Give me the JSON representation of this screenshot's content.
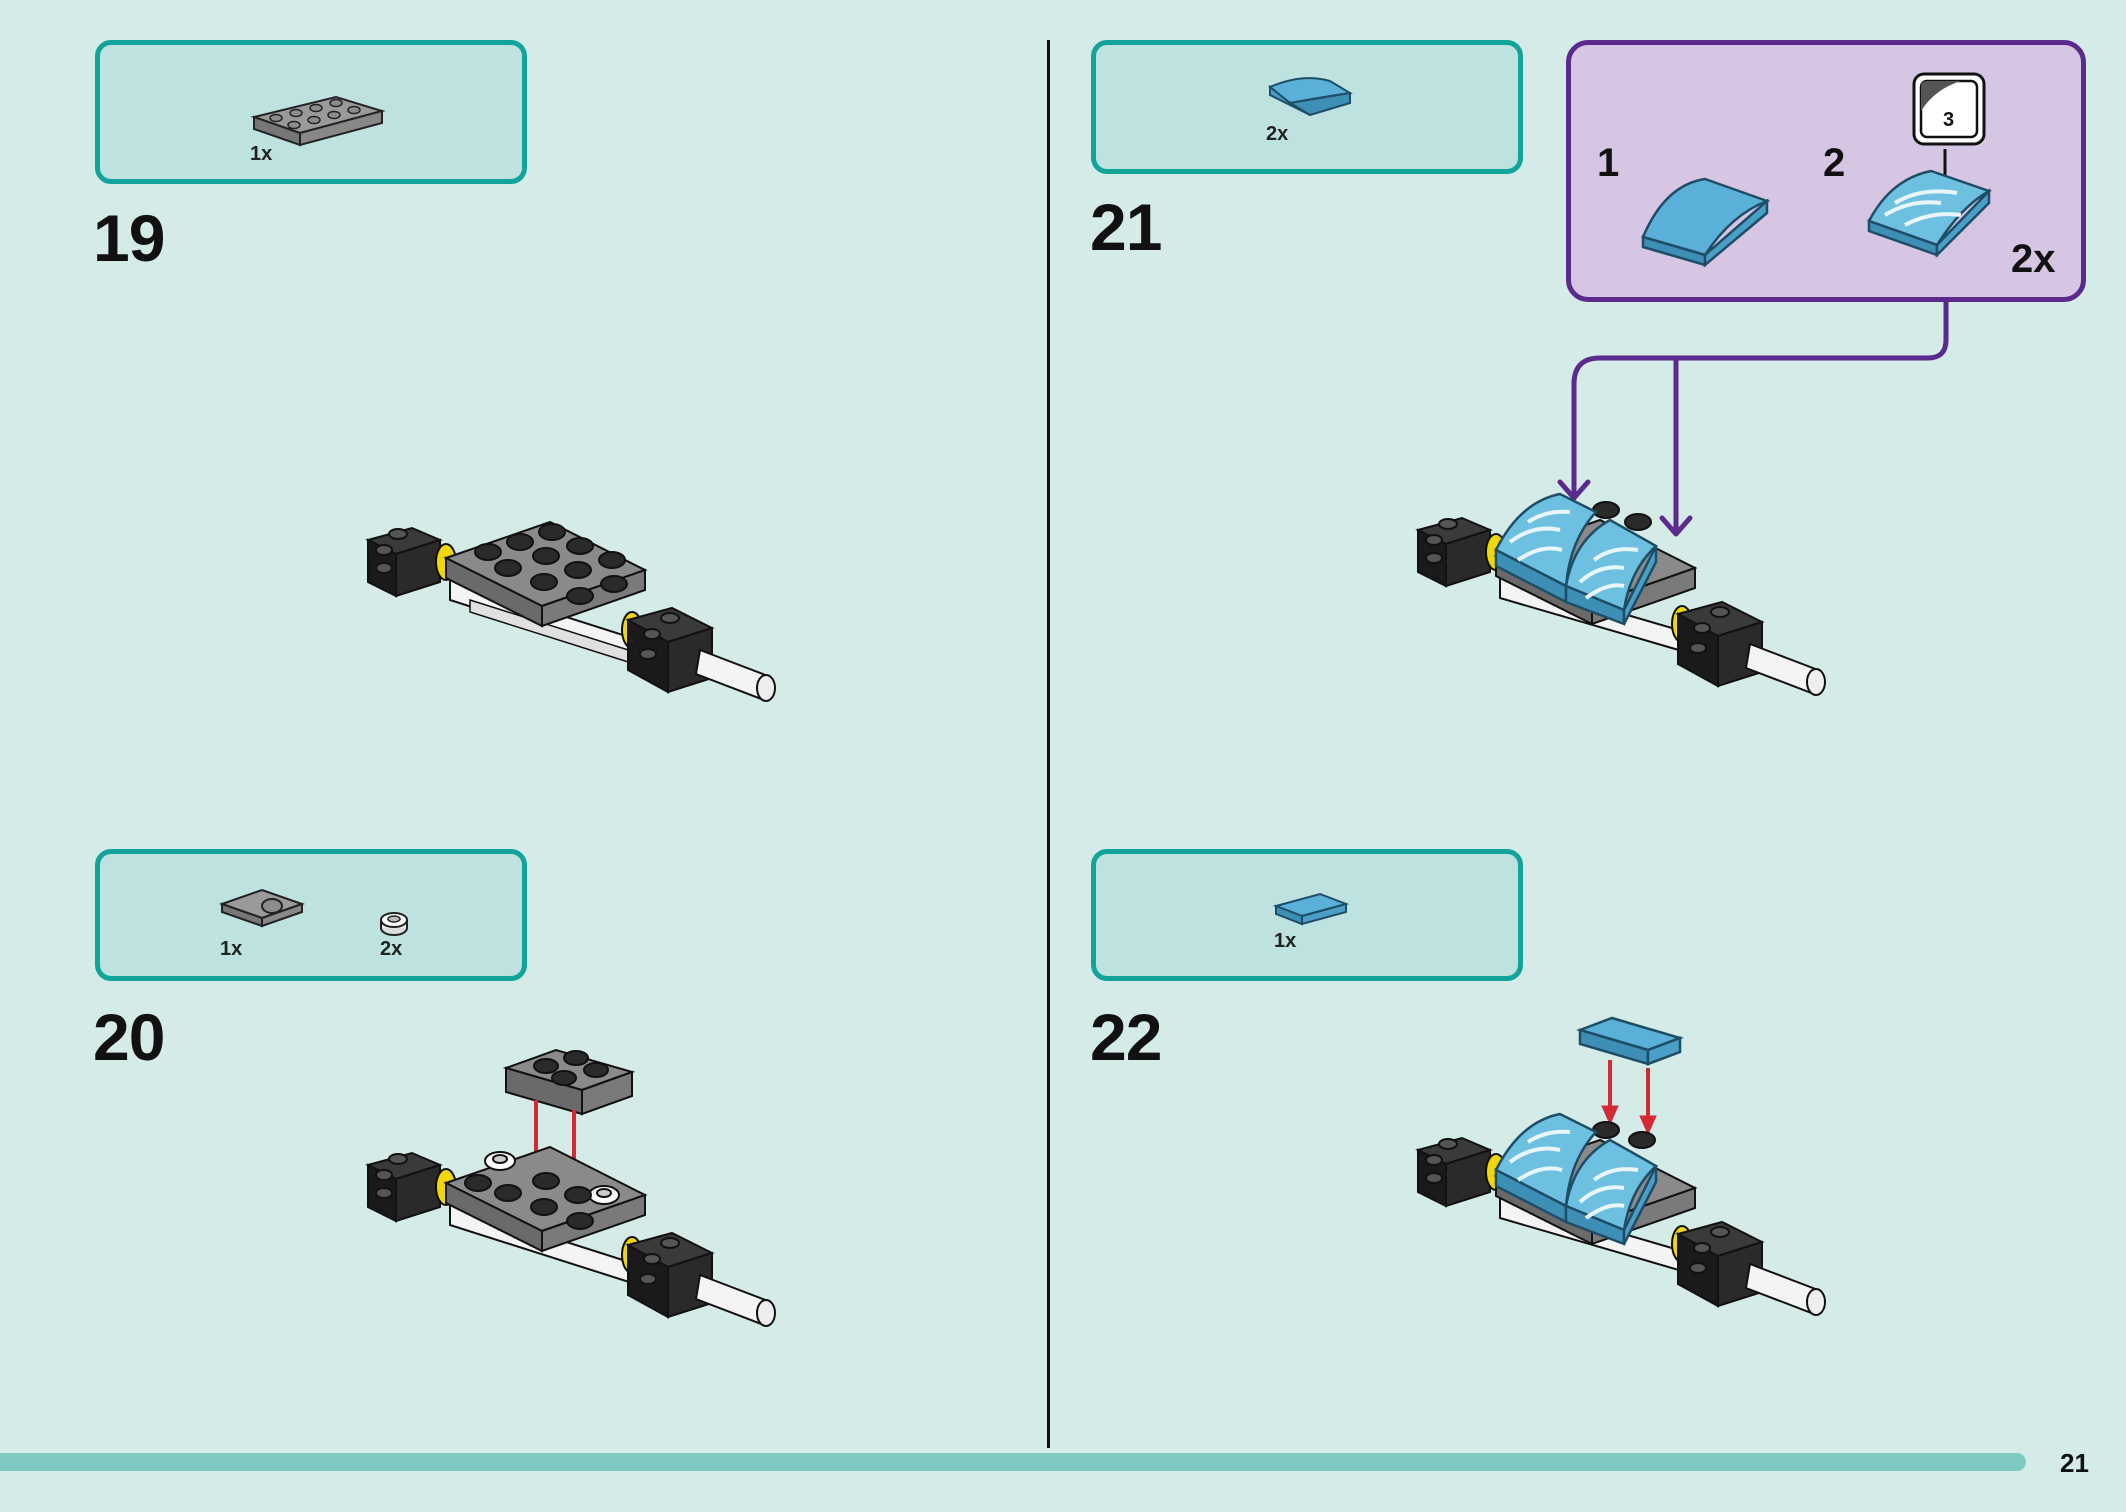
{
  "page": {
    "number": "21"
  },
  "steps": [
    {
      "number": "19",
      "parts": [
        {
          "icon": "gray-plate-2x4-icon",
          "qty": "1x"
        }
      ]
    },
    {
      "number": "20",
      "parts": [
        {
          "icon": "gray-jumper-plate-icon",
          "qty": "1x"
        },
        {
          "icon": "white-round-stud-icon",
          "qty": "2x"
        }
      ]
    },
    {
      "number": "21",
      "parts": [
        {
          "icon": "blue-curved-slope-icon",
          "qty": "2x"
        }
      ],
      "substeps": [
        {
          "number": "1"
        },
        {
          "number": "2",
          "sticker": "3"
        }
      ],
      "substeps_qty": "2x"
    },
    {
      "number": "22",
      "parts": [
        {
          "icon": "blue-tile-icon",
          "qty": "1x"
        }
      ]
    }
  ],
  "colors": {
    "background": "#d4ebe8",
    "parts_box_border": "#12a49b",
    "parts_box_fill": "#bde2df",
    "substep_border": "#5a2a8c",
    "substep_fill": "#d6c6e3",
    "footer_bar": "#7ecac3",
    "brick_blue": "#5ab0d8",
    "arrow_red": "#d42a35"
  }
}
